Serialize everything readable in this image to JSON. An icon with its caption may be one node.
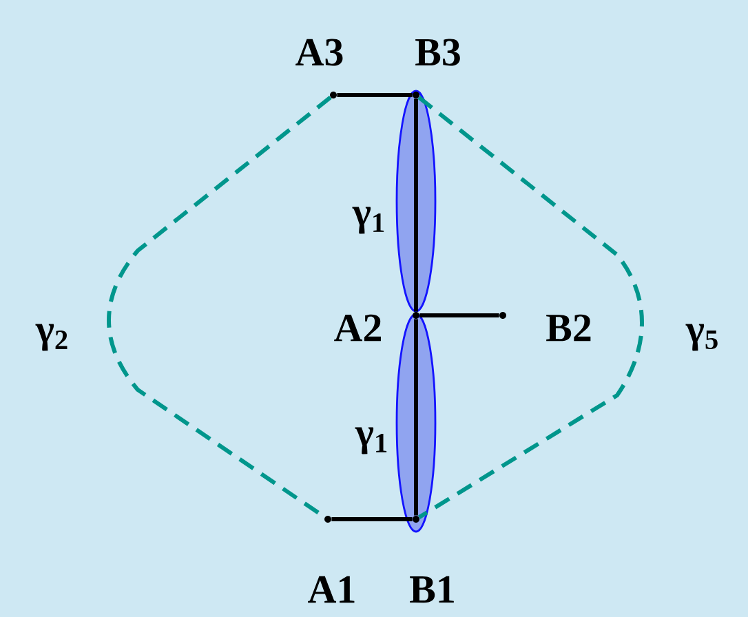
{
  "diagram": {
    "nodes": [
      {
        "text": [],
        "shape": "circle",
        "beside": [
          "A3"
        ]
      },
      {
        "text": [],
        "shape": "circle",
        "beside": [
          "B3"
        ]
      },
      {
        "text": [],
        "shape": "circle",
        "beside": [
          "A2"
        ]
      },
      {
        "text": [],
        "shape": "circle",
        "beside": [
          "B2"
        ]
      },
      {
        "text": [],
        "shape": "circle",
        "beside": [
          "A1"
        ]
      },
      {
        "text": [],
        "shape": "circle",
        "beside": [
          "B1"
        ]
      }
    ],
    "edges": [
      {
        "from": 0,
        "to": 1,
        "arrow": "none"
      },
      {
        "from": 1,
        "to": 2,
        "arrow": "none"
      },
      {
        "from": 2,
        "to": 3,
        "arrow": "none"
      },
      {
        "from": 2,
        "to": 5,
        "arrow": "none"
      },
      {
        "from": 4,
        "to": 5,
        "arrow": "none"
      },
      {
        "from": 0,
        "to": 4,
        "arrow": "none",
        "style": "dashed",
        "color": "#00968c",
        "label": "γ$_{2}$"
      },
      {
        "from": 1,
        "to": 5,
        "arrow": "none",
        "style": "dashed",
        "color": "#00968c",
        "label": "γ$_{5}$"
      }
    ],
    "labels": [
      "γ$_{1}$",
      "γ$_{1}$"
    ]
  }
}
